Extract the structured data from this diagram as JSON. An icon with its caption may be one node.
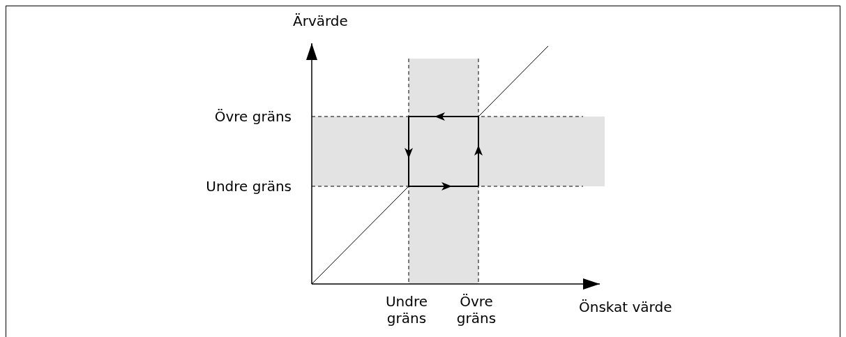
{
  "diagram": {
    "labels": [
      "Ärvärde",
      "Övre gräns",
      "Undre gräns",
      "Undre gräns",
      "Övre gräns",
      "Önskat värde"
    ]
  }
}
